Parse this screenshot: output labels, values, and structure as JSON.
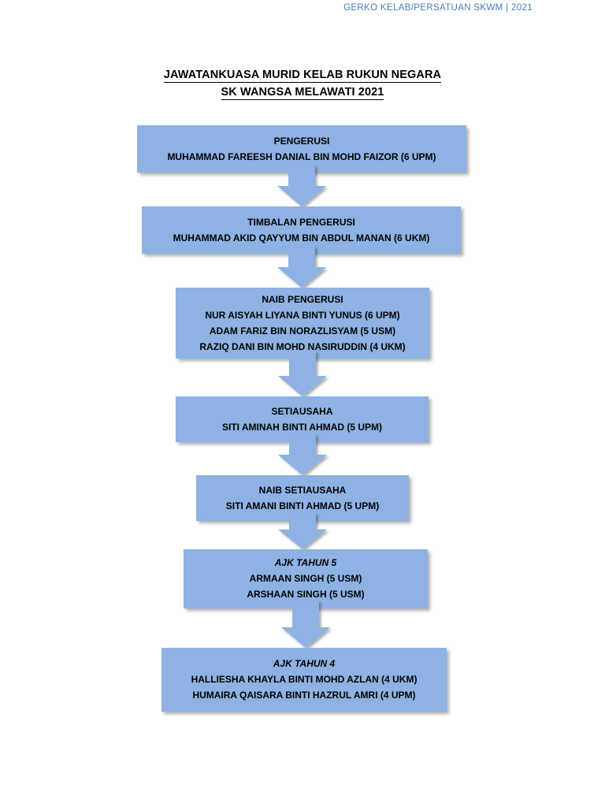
{
  "header": {
    "text": "GERKO KELAB/PERSATUAN SKWM |  2021",
    "color": "#4b7cb8"
  },
  "title": {
    "line1": "JAWATANKUASA MURID KELAB RUKUN NEGARA ",
    "line2": "SK WANGSA MELAWATI 2021"
  },
  "theme": {
    "box_fill": "#8db2e3",
    "text_color": "#000000",
    "arrow_fill": "#8db2e3",
    "page_background": "#ffffff"
  },
  "chart": {
    "type": "org-chart-vertical",
    "arrow_label": "down-arrow-connector",
    "nodes": [
      {
        "role": "PENGERUSI",
        "role_italic": false,
        "names": [
          "MUHAMMAD FAREESH DANIAL BIN MOHD FAIZOR (6 UPM)"
        ]
      },
      {
        "role": "TIMBALAN PENGERUSI",
        "role_italic": false,
        "names": [
          "MUHAMMAD AKID QAYYUM BIN ABDUL MANAN (6 UKM)"
        ]
      },
      {
        "role": "NAIB PENGERUSI",
        "role_italic": false,
        "names": [
          "NUR AISYAH LIYANA BINTI YUNUS (6 UPM)",
          "ADAM FARIZ BIN NORAZLISYAM (5 USM)",
          "RAZIQ DANI BIN MOHD NASIRUDDIN (4 UKM)"
        ]
      },
      {
        "role": "SETIAUSAHA",
        "role_italic": false,
        "names": [
          "SITI AMINAH BINTI AHMAD (5 UPM)"
        ]
      },
      {
        "role": "NAIB SETIAUSAHA",
        "role_italic": false,
        "names": [
          "SITI AMANI BINTI AHMAD (5 UPM)"
        ]
      },
      {
        "role": "AJK TAHUN 5",
        "role_italic": true,
        "names": [
          "ARMAAN SINGH (5 USM)",
          "ARSHAAN SINGH (5 USM)"
        ]
      },
      {
        "role": "AJK TAHUN 4",
        "role_italic": true,
        "names": [
          "HALLIESHA KHAYLA BINTI MOHD AZLAN (4 UKM)",
          "HUMAIRA QAISARA BINTI HAZRUL AMRI (4 UPM)"
        ]
      }
    ]
  }
}
